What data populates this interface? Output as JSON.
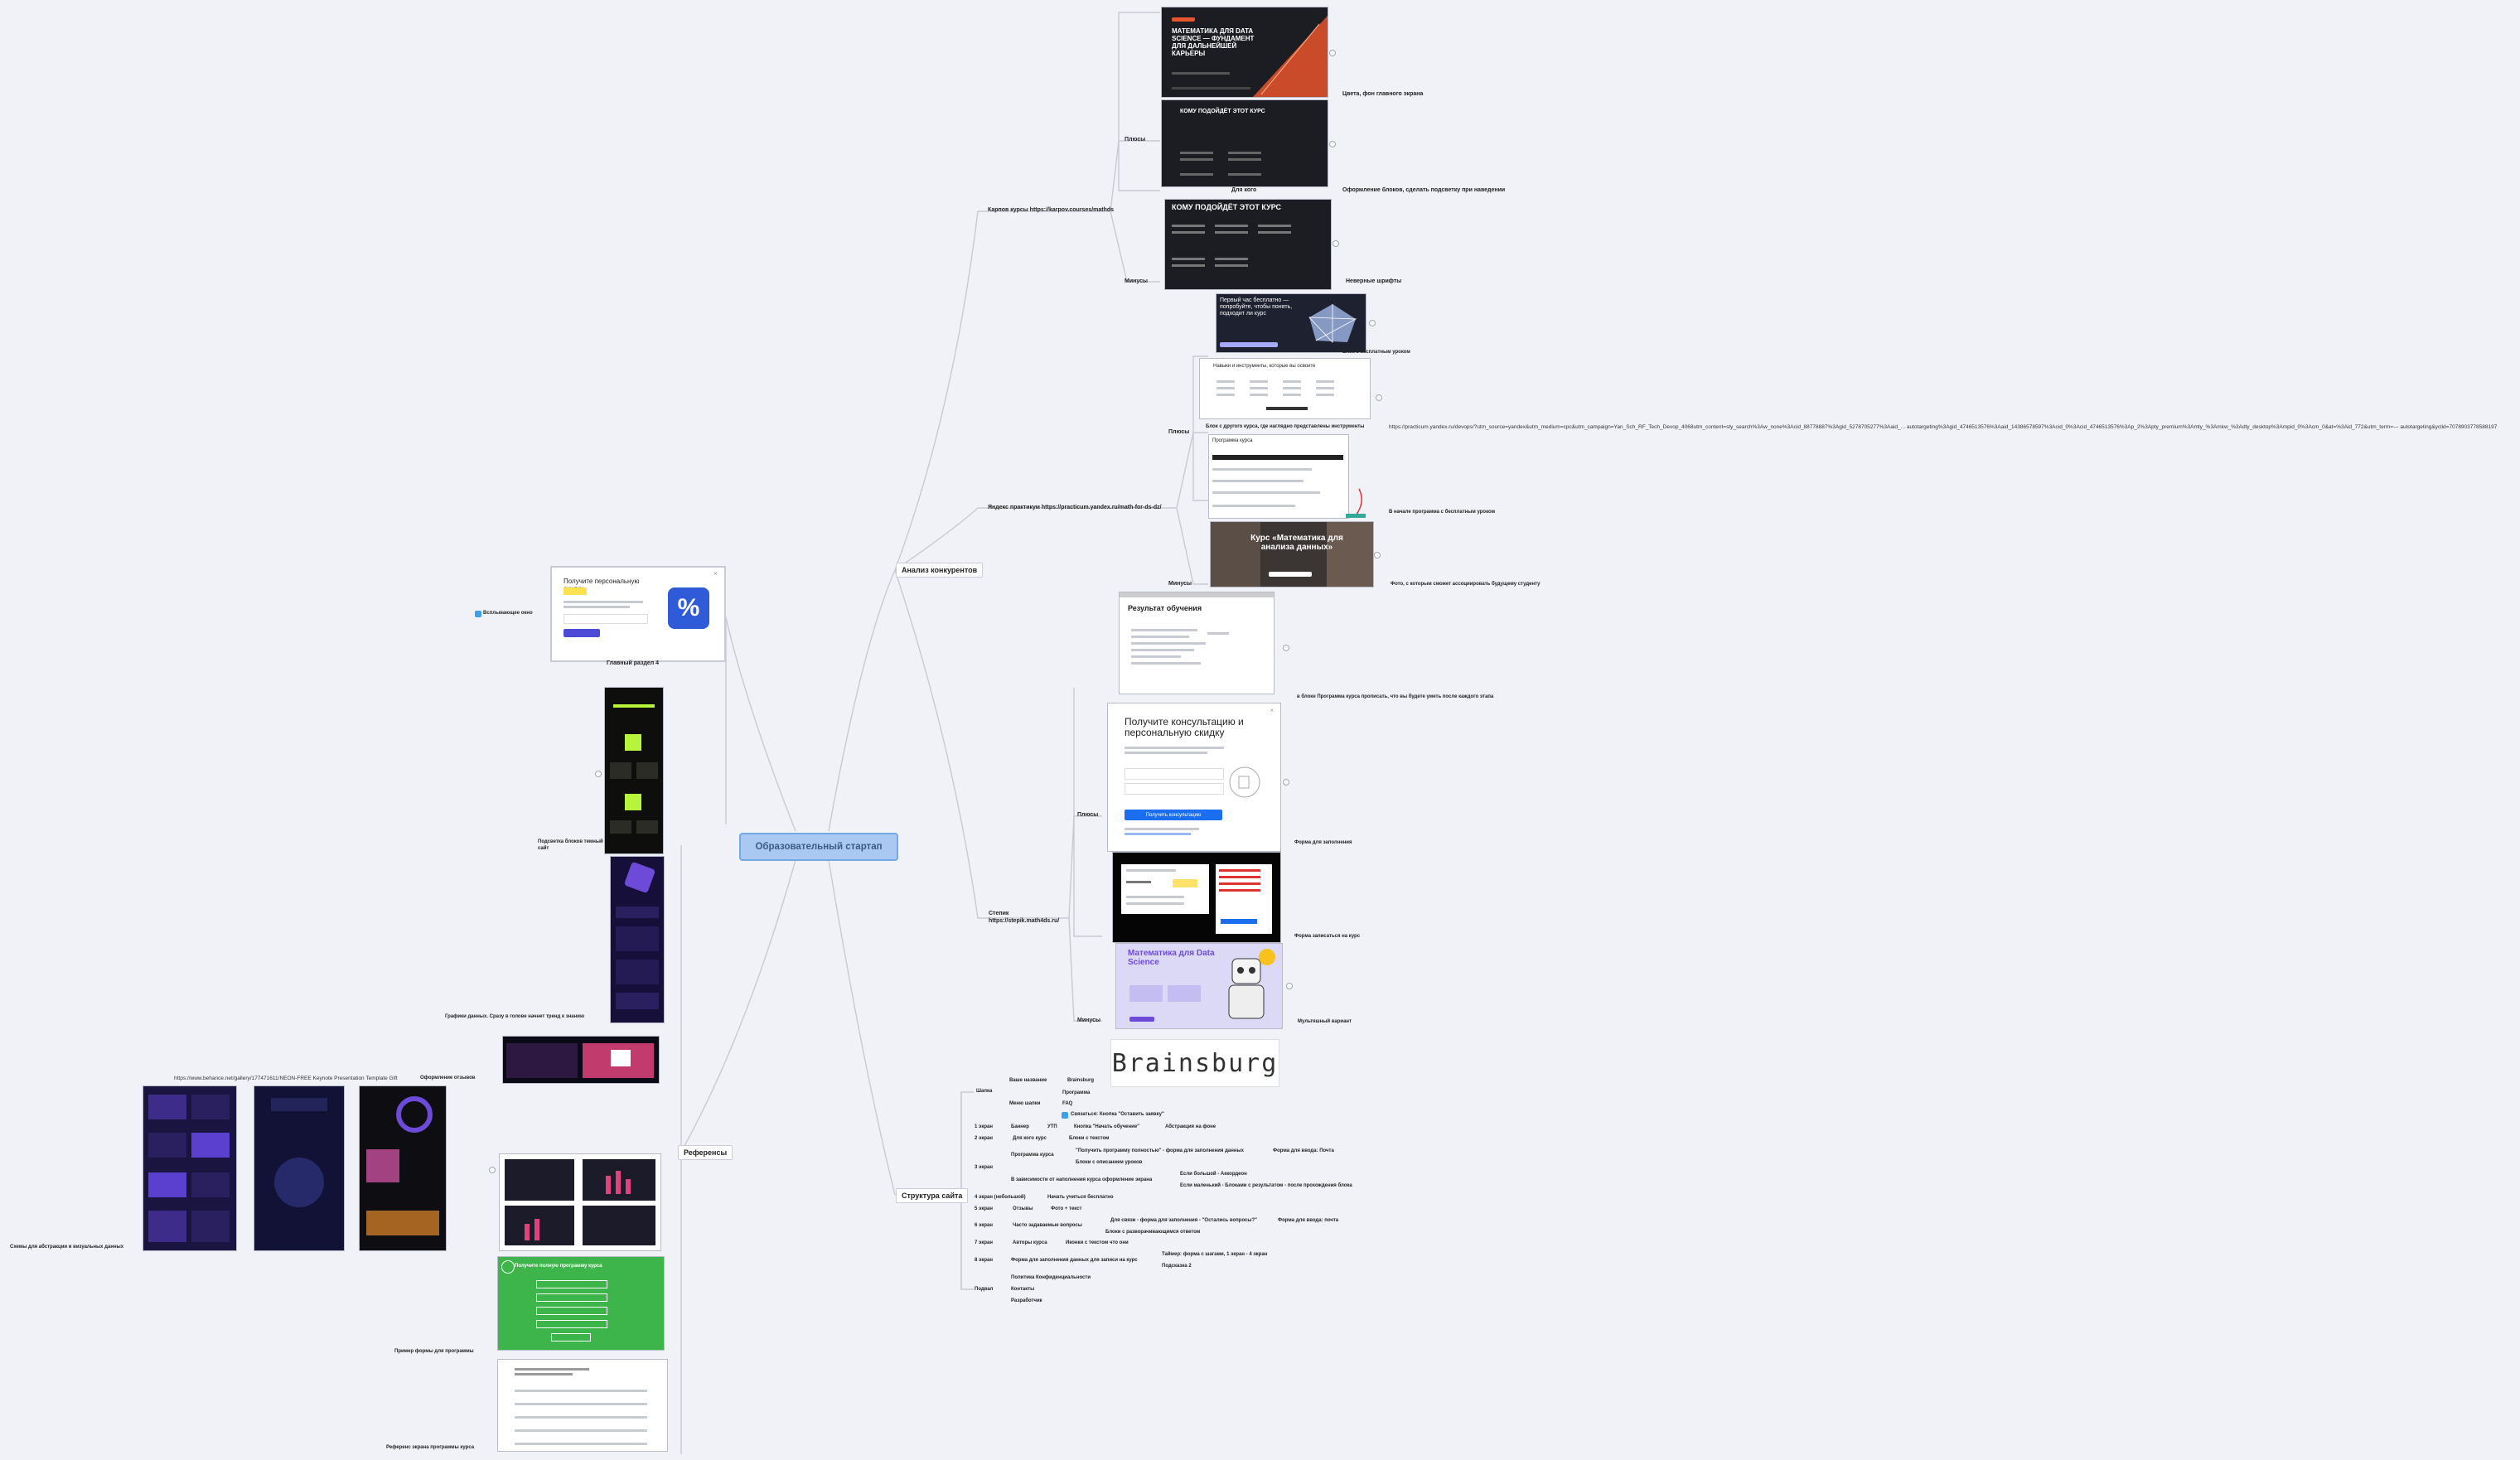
{
  "root": {
    "label": "Образовательный стартап"
  },
  "branches": {
    "competitors": "Анализ конкурентов",
    "structure": "Структура сайта",
    "references": "Референсы"
  },
  "karpov": {
    "label": "Карпов курсы https://karpov.courses/mathds",
    "plus": "Плюсы",
    "minus": "Минусы",
    "notes": [
      "Цвета, фон главного экрана",
      "Для кого",
      "Оформление блоков, сделать подсветку при наведении",
      "Неверные шрифты"
    ],
    "shot1": {
      "title": "МАТЕМАТИКА ДЛЯ DATA SCIENCE — ФУНДАМЕНТ ДЛЯ ДАЛЬНЕЙШЕЙ КАРЬЕРЫ"
    },
    "shot2": {
      "title": "КОМУ ПОДОЙДЁТ ЭТОТ КУРС"
    },
    "shot3": {
      "title": "КОМУ ПОДОЙДЁТ ЭТОТ КУРС"
    }
  },
  "yandex": {
    "label": "Яндекс практикум https://practicum.yandex.ru/math-for-ds-dz/",
    "plus": "Плюсы",
    "minus": "Минусы",
    "notes": [
      "Блок с бесплатным уроком",
      "Блок с другого курса, где наглядно представлены инструменты",
      "В начале программа с бесплатным уроком",
      "Фото, с которым сможет ассоциировать будущему студенту"
    ],
    "url": "https://practicum.yandex.ru/devops/?utm_source=yandex&utm_medium=cpc&utm_campaign=Yan_Sch_RF_Tech_Devop_4068utm_content=sty_search%3Aw_none%3Acid_88778887%3Agid_5278705277%3Aaid_... autotargeting%3Agid_4746513576%3Aaid_14386578597%3Acid_0%3Acid_4746513576%3Ap_2%3Apty_premium%3Amty_%3Amkw_%3Adty_desktop%3Ampid_0%3Acm_0&at=%3Aid_772&utm_term=--- autotargeting&yclid=7078903778588197",
    "shot1": {
      "title": "Первый час бесплатно — попробуйте, чтобы понять, подходит ли курс"
    },
    "shot2": {
      "title": "Навыки и инструменты, которые вы освоите"
    },
    "shot3": {
      "title": "Программа курса"
    },
    "shot4": {
      "title": "Курс «Математика для анализа данных»"
    }
  },
  "stepik": {
    "label": "Степик https://stepik.math4ds.ru/",
    "plus": "Плюсы",
    "minus": "Минусы",
    "notes": [
      "в блоке Программа курса прописать, что вы будете уметь после каждого этапа",
      "Форма для заполнения",
      "Форма записаться на курс",
      "Мультяшный вариант"
    ],
    "shot1": {
      "title": "Результат обучения"
    },
    "shot2": {
      "title": "Получите консультацию и персональную скидку",
      "button": "Получить консультацию"
    },
    "shot4": {
      "title": "Математика для Data Science"
    }
  },
  "brand": {
    "name": "Brainsburg"
  },
  "structure": {
    "cap": "Шапка",
    "name_label": "Ваше название",
    "name_value": "Brainsburg",
    "menu_label": "Меню шапки",
    "menu_items": [
      "Программа",
      "FAQ",
      "Связаться: Кнопка \"Оставить заявку\""
    ],
    "rows": [
      {
        "screen": "1 экран",
        "a": "Баннер",
        "b": "УТП",
        "c": "Кнопка \"Начать обучение\"",
        "d": "Абстракция на фоне"
      },
      {
        "screen": "2 экран",
        "a": "Для кого курс",
        "b": "Блоки с текстом"
      },
      {
        "screen": "3 экран",
        "a": "Программа курса",
        "b": "\"Получить программу полностью\" - форма для заполнения данных",
        "c": "Форма для ввода: Почта",
        "d": "Блоки с описанием уроков"
      },
      {
        "screen": "",
        "a": "В зависимости от наполнения курса оформление экрана",
        "b": "Если большой - Аккордеон",
        "c": "Если маленький - Блоками с результатом - после прохождения блока"
      },
      {
        "screen": "4 экран (небольшой)",
        "a": "Начать учиться бесплатно"
      },
      {
        "screen": "5 экран",
        "a": "Отзывы",
        "b": "Фото + текст"
      },
      {
        "screen": "6 экран",
        "a": "Часто задаваемые вопросы",
        "b": "Для связи - форма для заполнения - \"Остались вопросы?\"",
        "c": "Форма для ввода: почта",
        "d": "Блоки с разворачивающимся ответом"
      },
      {
        "screen": "7 экран",
        "a": "Авторы курса",
        "b": "Иконки с текстом что они"
      },
      {
        "screen": "8 экран",
        "a": "Форма для заполнения данных для записи на курс",
        "b": "Таймер: форма с шагами, 1 экран - 4 экран",
        "c": "Подсказка 2"
      }
    ],
    "footer": "Подвал",
    "footer_items": [
      "Политика Конфиденциальности",
      "Контакты",
      "Разработчик"
    ]
  },
  "refs": {
    "main4": "Главный раздел 4",
    "popup_title": "Получите персональную скидку",
    "popup_note": "Всплывающее окно",
    "dark_site": "Подсветка блоков темный сайт",
    "graphs": "Графики данных. Сразу в голове начнет тренд к знанию",
    "behance": "https://www.behance.net/gallery/177471611/NEON-FREE Keynote Presentation Template Gift",
    "reviews": "Оформление отзывов",
    "abstraction": "Схемы для абстракции и визуальных данных",
    "program_form": "Пример формы для программы",
    "program_screen": "Референс  экрана программы курса",
    "green_title": "Получите полную программу курса"
  },
  "colors": {
    "root_fill": "#a9c9f2",
    "accent_orange": "#e8542c",
    "accent_blue": "#2b66f0",
    "neon_green": "#b7f43b",
    "purple": "#6e4ad8"
  }
}
